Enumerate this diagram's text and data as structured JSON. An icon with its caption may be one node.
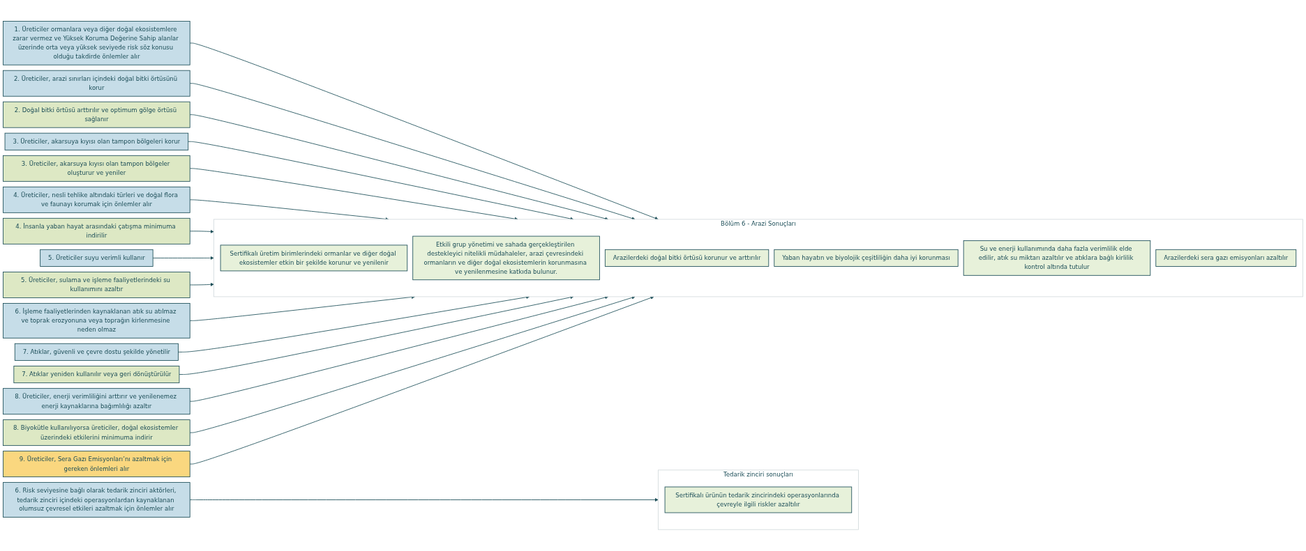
{
  "diagram": {
    "nodes": [
      {
        "text": [
          "1. Üreticiler ormanlara veya diğer doğal ekosistemlere zarar vermez ve Yüksek Koruma Değerine Sahip alanlar üzerinde orta veya yüksek seviyede risk söz konusu olduğu takdirde önlemler alır"
        ]
      },
      {
        "text": [
          "2. Üreticiler, arazi sınırları içindeki doğal bitki örtüsünü korur"
        ]
      },
      {
        "text": [
          "2. Doğal bitki örtüsü arttırılır ve optimum gölge örtüsü sağlanır"
        ]
      },
      {
        "text": [
          "3. Üreticiler, akarsuya kıyısı olan tampon bölgeleri korur"
        ]
      },
      {
        "text": [
          "3. Üreticiler, akarsuya kıyısı olan tampon bölgeler oluşturur ve yeniler"
        ]
      },
      {
        "text": [
          "4. Üreticiler, nesli tehlike altındaki türleri ve doğal flora ve faunayı korumak için önlemler alır"
        ]
      },
      {
        "text": [
          "4. İnsanla yaban hayat arasındaki çatışma minimuma indirilir"
        ]
      },
      {
        "text": [
          "Bölüm 6 - Arazi Sonuçları"
        ]
      },
      {
        "text": [
          "Sertifikalı üretim birimlerindeki ormanlar ve diğer doğal ekosistemler etkin bir şekilde korunur ve yenilenir"
        ],
        "in": 7
      },
      {
        "text": [
          "Etkili grup yönetimi ve sahada gerçekleştirilen destekleyici nitelikli müdahaleler, arazi çevresindeki ormanların ve diğer doğal ekosistemlerin korunmasına ve yenilenmesine katkıda bulunur."
        ],
        "in": 7
      },
      {
        "text": [
          "Arazilerdeki doğal bitki örtüsü korunur ve arttırılır"
        ],
        "in": 7
      },
      {
        "text": [
          "Yaban hayatın ve biyolojik çeşitliliğin daha iyi korunması"
        ],
        "in": 7
      },
      {
        "text": [
          "Su ve enerji kullanımında daha fazla verimlilik elde edilir, atık su miktarı azaltılır ve atıklara bağlı kirlilik kontrol altında tutulur"
        ],
        "in": 7
      },
      {
        "text": [
          "Arazilerdeki sera gazı emisyonları azaltılır"
        ],
        "in": 7
      },
      {
        "text": [
          "5. Üreticiler suyu verimli kullanır"
        ]
      },
      {
        "text": [
          "5. Üreticiler, sulama ve işleme faaliyetlerindeki su kullanımını azaltır"
        ]
      },
      {
        "text": [
          "6. İşleme faaliyetlerinden kaynaklanan atık su atılmaz ve toprak erozyonuna veya toprağın kirlenmesine neden olmaz"
        ]
      },
      {
        "text": [
          "7. Atıklar, güvenli ve çevre dostu şekilde yönetilir"
        ]
      },
      {
        "text": [
          "7. Atıklar yeniden kullanılır veya geri dönüştürülür"
        ]
      },
      {
        "text": [
          "8. Üreticiler, enerji verimliliğini arttırır ve yenilenemez enerji kaynaklarına bağımlılığı azaltır"
        ]
      },
      {
        "text": [
          "8. Biyokütle kullanılıyorsa üreticiler, doğal ekosistemler üzerindeki etkilerini minimuma indirir"
        ]
      },
      {
        "text": [
          "9. Üreticiler, Sera Gazı Emisyonları’nı azaltmak için gereken önlemleri alır"
        ]
      },
      {
        "text": [
          "Tedarik zinciri sonuçları"
        ]
      },
      {
        "text": [
          "Sertifikalı ürünün tedarik zincirindeki operasyonlarında çevreyle ilgili riskler azaltılır"
        ],
        "in": 22
      },
      {
        "text": [
          "6. Risk seviyesine bağlı olarak tedarik zinciri aktörleri, tedarik zinciri içindeki operasyonlardan kaynaklanan olumsuz çevresel etkileri azaltmak için önlemler alır"
        ]
      }
    ],
    "edges": [
      {
        "from": 0,
        "to": 7,
        "arrow": "to"
      },
      {
        "from": 1,
        "to": 7,
        "arrow": "to"
      },
      {
        "from": 2,
        "to": 7,
        "arrow": "to"
      },
      {
        "from": 3,
        "to": 7,
        "arrow": "to"
      },
      {
        "from": 4,
        "to": 7,
        "arrow": "to"
      },
      {
        "from": 5,
        "to": 7,
        "arrow": "to"
      },
      {
        "from": 6,
        "to": 7,
        "arrow": "to"
      },
      {
        "from": 14,
        "to": 7,
        "arrow": "to"
      },
      {
        "from": 15,
        "to": 7,
        "arrow": "to"
      },
      {
        "from": 16,
        "to": 7,
        "arrow": "to"
      },
      {
        "from": 17,
        "to": 7,
        "arrow": "to"
      },
      {
        "from": 18,
        "to": 7,
        "arrow": "to"
      },
      {
        "from": 19,
        "to": 7,
        "arrow": "to"
      },
      {
        "from": 20,
        "to": 7,
        "arrow": "to"
      },
      {
        "from": 21,
        "to": 7,
        "arrow": "to"
      },
      {
        "from": 24,
        "to": 22,
        "arrow": "to"
      }
    ]
  }
}
